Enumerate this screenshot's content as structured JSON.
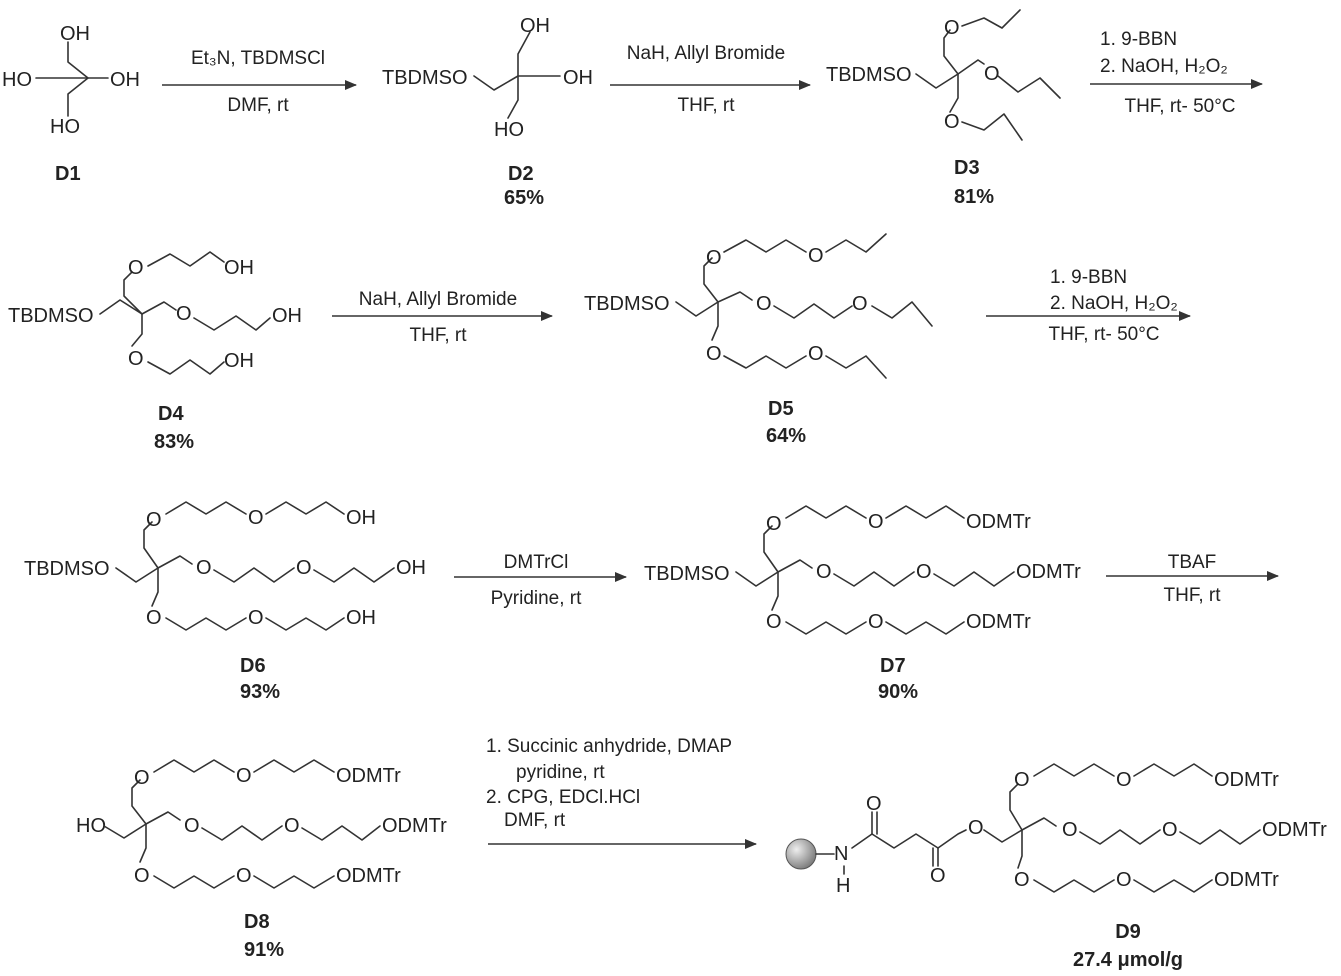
{
  "compounds": {
    "d1": {
      "id": "D1",
      "yield": ""
    },
    "d2": {
      "id": "D2",
      "yield": "65%"
    },
    "d3": {
      "id": "D3",
      "yield": "81%"
    },
    "d4": {
      "id": "D4",
      "yield": "83%"
    },
    "d5": {
      "id": "D5",
      "yield": "64%"
    },
    "d6": {
      "id": "D6",
      "yield": "93%"
    },
    "d7": {
      "id": "D7",
      "yield": "90%"
    },
    "d8": {
      "id": "D8",
      "yield": "91%"
    },
    "d9": {
      "id": "D9",
      "yield": "27.4 μmol/g"
    }
  },
  "steps": {
    "s1": {
      "above": [
        "Et₃N, TBDMSCl"
      ],
      "below": [
        "DMF, rt"
      ]
    },
    "s2": {
      "above": [
        "NaH, Allyl Bromide"
      ],
      "below": [
        "THF, rt"
      ]
    },
    "s3": {
      "above": [
        "1. 9-BBN",
        "2. NaOH, H₂O₂"
      ],
      "below": [
        "THF, rt- 50°C"
      ]
    },
    "s4": {
      "above": [
        "NaH, Allyl Bromide"
      ],
      "below": [
        "THF, rt"
      ]
    },
    "s5": {
      "above": [
        "1. 9-BBN",
        "2. NaOH, H₂O₂"
      ],
      "below": [
        "THF, rt- 50°C"
      ]
    },
    "s6": {
      "above": [
        "DMTrCl"
      ],
      "below": [
        "Pyridine, rt"
      ]
    },
    "s7": {
      "above": [
        "TBAF"
      ],
      "below": [
        "THF, rt"
      ]
    },
    "s8": {
      "above": [
        "1. Succinic anhydride, DMAP",
        "pyridine, rt",
        "2. CPG, EDCl.HCl",
        "DMF, rt"
      ],
      "below": []
    }
  },
  "atoms": {
    "oh": "OH",
    "ho": "HO",
    "o": "O",
    "tbdmso": "TBDMSO",
    "odmtr": "ODMTr",
    "n": "N",
    "h": "H"
  },
  "colors": {
    "ink": "#222222",
    "support_bead": "#9a9a9a"
  }
}
